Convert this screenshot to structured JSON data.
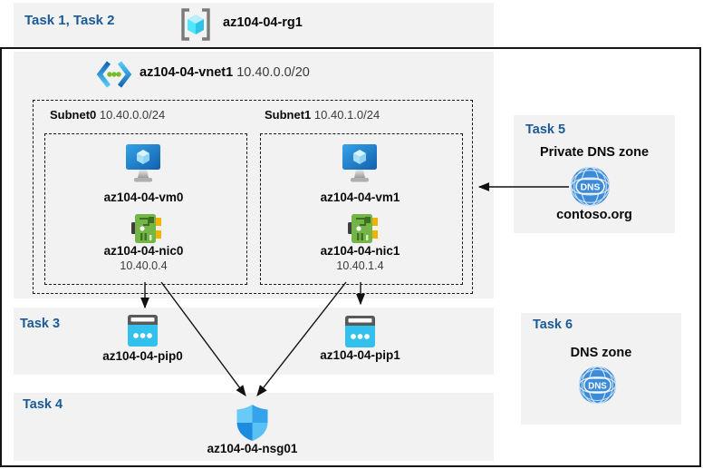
{
  "colors": {
    "accent_blue": "#1A5A96",
    "panel_gray": "#F2F2F2",
    "pip_cyan": "#31C1EC",
    "nic_green": "#74B548",
    "dns_blue": "#3C8BD9",
    "arrow_black": "#111111"
  },
  "header": {
    "tasks_label": "Task 1, Task 2",
    "resource_group": "az104-04-rg1"
  },
  "vnet": {
    "name": "az104-04-vnet1",
    "cidr": "10.40.0.0/20"
  },
  "subnets": [
    {
      "name": "Subnet0",
      "cidr": "10.40.0.0/24",
      "vm": "az104-04-vm0",
      "nic": "az104-04-nic0",
      "ip": "10.40.0.4"
    },
    {
      "name": "Subnet1",
      "cidr": "10.40.1.0/24",
      "vm": "az104-04-vm1",
      "nic": "az104-04-nic1",
      "ip": "10.40.1.4"
    }
  ],
  "task3": {
    "label": "Task 3",
    "pip0": "az104-04-pip0",
    "pip1": "az104-04-pip1"
  },
  "task4": {
    "label": "Task 4",
    "nsg": "az104-04-nsg01"
  },
  "task5": {
    "label": "Task 5",
    "title": "Private DNS zone",
    "zone": "contoso.org",
    "icon_text": "DNS"
  },
  "task6": {
    "label": "Task 6",
    "title": "DNS zone",
    "icon_text": "DNS"
  }
}
